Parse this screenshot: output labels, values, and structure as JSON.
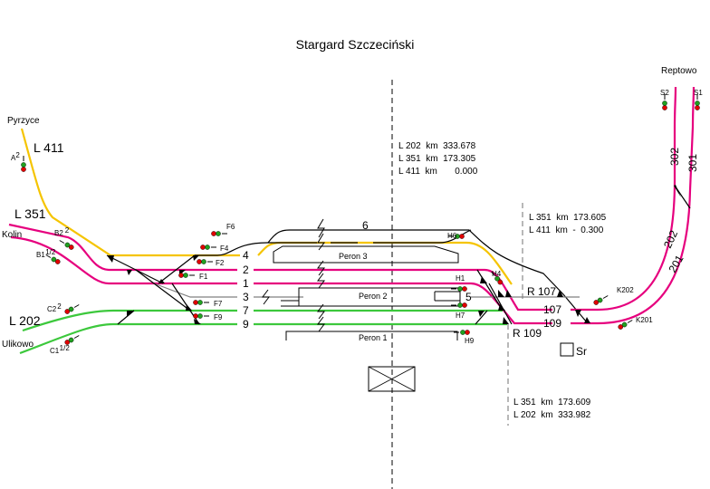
{
  "title": "Stargard Szczeciński",
  "colors": {
    "line411": "#f5c400",
    "line351": "#e6007e",
    "line202": "#3cc83c",
    "sidings": "#000000",
    "track3": "#808080",
    "signal_red": "#e00000",
    "signal_green": "#20a020"
  },
  "directions": {
    "pyrzyce": "Pyrzyce",
    "kolin": "Kolin",
    "ulikowo": "Ulikowo",
    "reptowo": "Reptowo"
  },
  "line_labels": {
    "l411": "L 411",
    "l351": "L 351",
    "l202": "L 202"
  },
  "tracks": {
    "t6": "6",
    "t4": "4",
    "t2": "2",
    "t1": "1",
    "t3": "3",
    "t5": "5",
    "t7": "7",
    "t9": "9",
    "t107": "107",
    "t109": "109",
    "t202": "202",
    "t201": "201",
    "t302": "302",
    "t301": "301"
  },
  "platforms": {
    "p3": "Peron 3",
    "p2": "Peron 2",
    "p1": "Peron 1"
  },
  "signals": {
    "A2": {
      "name": "A",
      "sup": "2"
    },
    "B2": {
      "name": "B2",
      "sup": "2"
    },
    "B1": {
      "name": "B1",
      "sup": "1/2"
    },
    "C2": {
      "name": "C2",
      "sup": "2"
    },
    "C1": {
      "name": "C1",
      "sup": "1/2"
    },
    "F6": "F6",
    "F4": "F4",
    "F2": "F2",
    "F1": "F1",
    "F7": "F7",
    "F9": "F9",
    "H6": "H6",
    "H1": "H1",
    "H4": "H4",
    "H7": "H7",
    "H9": "H9",
    "K202": "K202",
    "K201": "K201",
    "S2": "S2",
    "S1": "S1"
  },
  "posts": {
    "r107": "R 107",
    "r109": "R 109",
    "sr": "Sr"
  },
  "km_marks": {
    "center": [
      "L 202  km  333.678",
      "L 351  km  173.305",
      "L 411  km       0.000"
    ],
    "right_top": [
      "L 351  km  173.605",
      "L 411  km  -  0.300"
    ],
    "right_bottom": [
      "L 351  km  173.609",
      "L 202  km  333.982"
    ]
  }
}
